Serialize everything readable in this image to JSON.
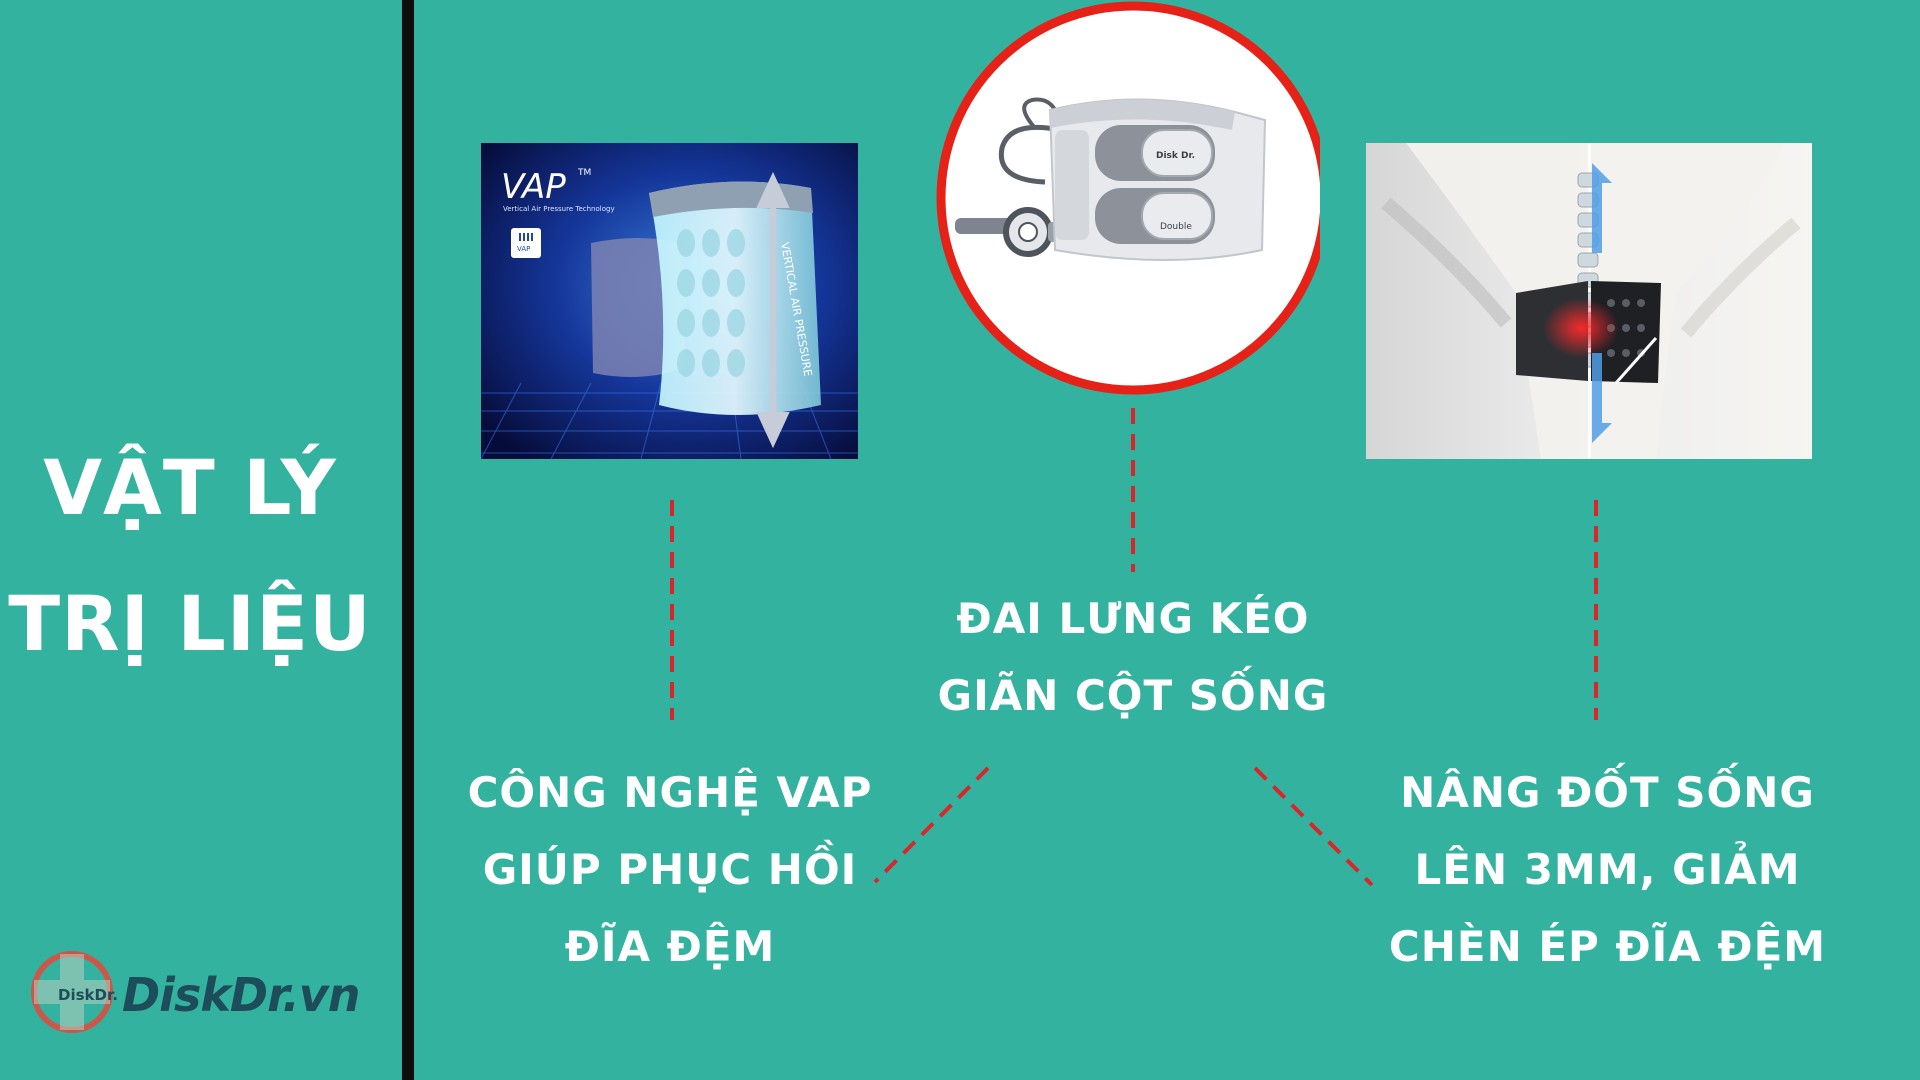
{
  "left_panel": {
    "title_line1": "VẬT LÝ",
    "title_line2": "TRỊ LIỆU"
  },
  "center": {
    "caption_line1": "ĐAI LƯNG KÉO",
    "caption_line2": "GIÃN CỘT SỐNG",
    "product_label": "Disk Dr.",
    "product_label2": "Double"
  },
  "left_item": {
    "image_title": "VAP",
    "image_tm": "TM",
    "image_subtitle": "Vertical Air Pressure Technology",
    "image_badge": "VAP",
    "image_vertical_text": "VERTICAL AIR PRESSURE",
    "caption_line1": "CÔNG NGHỆ VAP",
    "caption_line2": "GIÚP PHỤC HỒI",
    "caption_line3": "ĐĨA ĐỆM"
  },
  "right_item": {
    "caption_line1": "NÂNG ĐỐT SỐNG",
    "caption_line2": "LÊN 3MM, GIẢM",
    "caption_line3": "CHÈN ÉP ĐĨA ĐỆM"
  },
  "logo": {
    "brand": "DiskDr.vn",
    "small_text": "DiskDr."
  },
  "colors": {
    "background": "#33b39f",
    "divider": "#0d0d0d",
    "highlight_circle": "#e62117",
    "dashed_line": "#d9262b",
    "text": "#ffffff"
  }
}
